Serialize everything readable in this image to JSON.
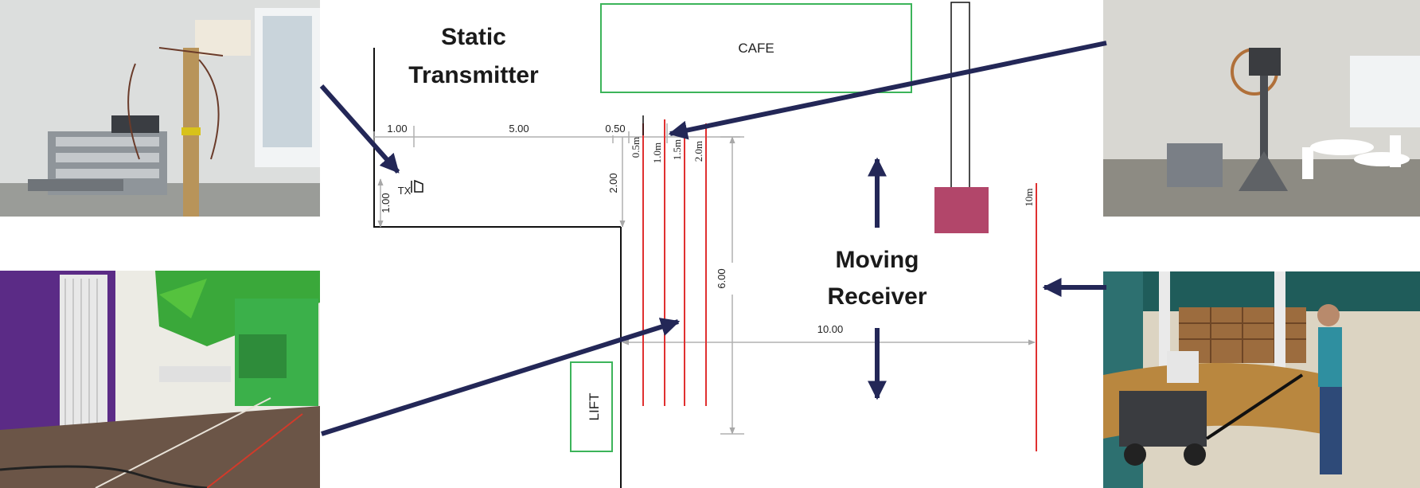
{
  "labels": {
    "static_transmitter": [
      "Static",
      "Transmitter"
    ],
    "moving_receiver": [
      "Moving",
      "Receiver"
    ],
    "cafe": "CAFE",
    "lift": "LIFT",
    "tx": "TX"
  },
  "dimensions": {
    "d_100_top": "1.00",
    "d_500": "5.00",
    "d_050": "0.50",
    "d_100_side": "1.00",
    "d_200": "2.00",
    "d_600": "6.00",
    "d_1000": "10.00"
  },
  "track_labels": [
    "0.5m",
    "1.0m",
    "1.5m",
    "2.0m",
    "10m"
  ],
  "colors": {
    "arrow": "#232757",
    "track": "#e03030",
    "cafe_outline": "#3cb45a",
    "obstacle": "#b2466a",
    "dim_line": "#b0b0b0"
  }
}
